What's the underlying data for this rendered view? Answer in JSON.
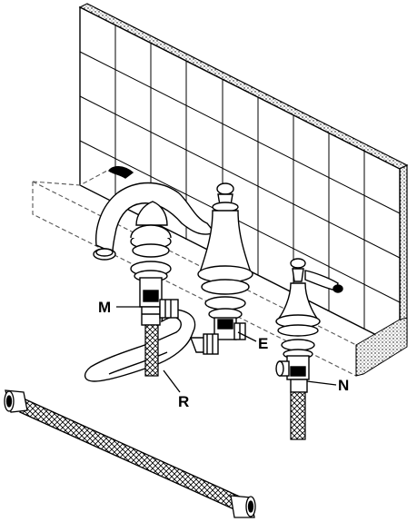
{
  "labels": {
    "m": "M",
    "e": "E",
    "n": "N",
    "r": "R"
  },
  "colors": {
    "line": "#000000",
    "fill": "#ffffff",
    "dashed": "#555555"
  }
}
